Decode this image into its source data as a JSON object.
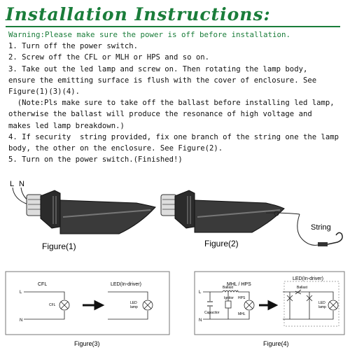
{
  "header": {
    "title": "Installation Instructions:"
  },
  "instructions": {
    "warning": "Warning:Please make sure the power is off before installation.",
    "lines": [
      "1. Turn off the power switch.",
      "2. Screw off the CFL or MLH or HPS and so on.",
      "3. Take out the led lamp and screw on. Then rotating the lamp body,",
      "ensure the emitting surface is flush with the cover of enclosure. See",
      "Figure(1)(3)(4).",
      "  (Note:Pls make sure to take off the ballast before installing led lamp,",
      "otherwise the ballast will produce the resonance of high voltage and",
      "makes led lamp breakdown.)",
      "4. If security  string provided, fix one branch of the string one the lamp",
      "body, the other on the enclosure. See Figure(2).",
      "5. Turn on the power switch.(Finished!)"
    ]
  },
  "figure1": {
    "caption": "Figure(1)",
    "wire_l": "L",
    "wire_n": "N"
  },
  "figure2": {
    "caption": "Figure(2)",
    "string_label": "String"
  },
  "figure3": {
    "caption": "Figure(3)",
    "left_title": "CFL",
    "right_title": "LED(In-driver)",
    "terminal_l": "L",
    "terminal_n": "N",
    "cfl_label": "CFL",
    "led_label_1": "LED",
    "led_label_2": "lamp"
  },
  "figure4": {
    "caption": "Figure(4)",
    "left_title": "MHL / HPS",
    "right_title": "LED(In-driver)",
    "terminal_l": "L",
    "terminal_n": "N",
    "ballast": "Ballast",
    "ignitor": "Ignitor",
    "capacitor": "Capacitor",
    "hps": "HPS",
    "mhl": "MHL",
    "led_label_1": "LED",
    "led_label_2": "lamp"
  },
  "colors": {
    "title_green": "#1a7d3a",
    "arrow": "#111111",
    "frame": "#777777"
  }
}
